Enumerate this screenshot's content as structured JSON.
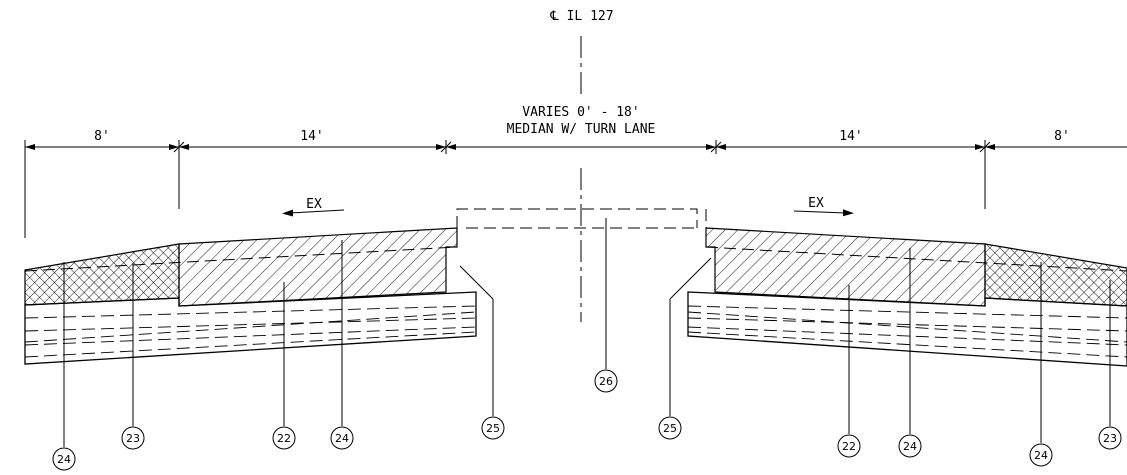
{
  "centerline_label": "℄ IL 127",
  "median": {
    "line1": "VARIES 0' - 18'",
    "line2": "MEDIAN W/ TURN LANE"
  },
  "dimensions": {
    "left_shoulder": "8'",
    "left_lane": "14'",
    "right_lane": "14'",
    "right_shoulder": "8'"
  },
  "direction": {
    "left": "EX",
    "right": "EX"
  },
  "callouts": {
    "c24a": "24",
    "c23a": "23",
    "c22a": "22",
    "c24b": "24",
    "c25a": "25",
    "c26": "26",
    "c25b": "25",
    "c22b": "22",
    "c24c": "24",
    "c24d": "24",
    "c23b": "23"
  }
}
